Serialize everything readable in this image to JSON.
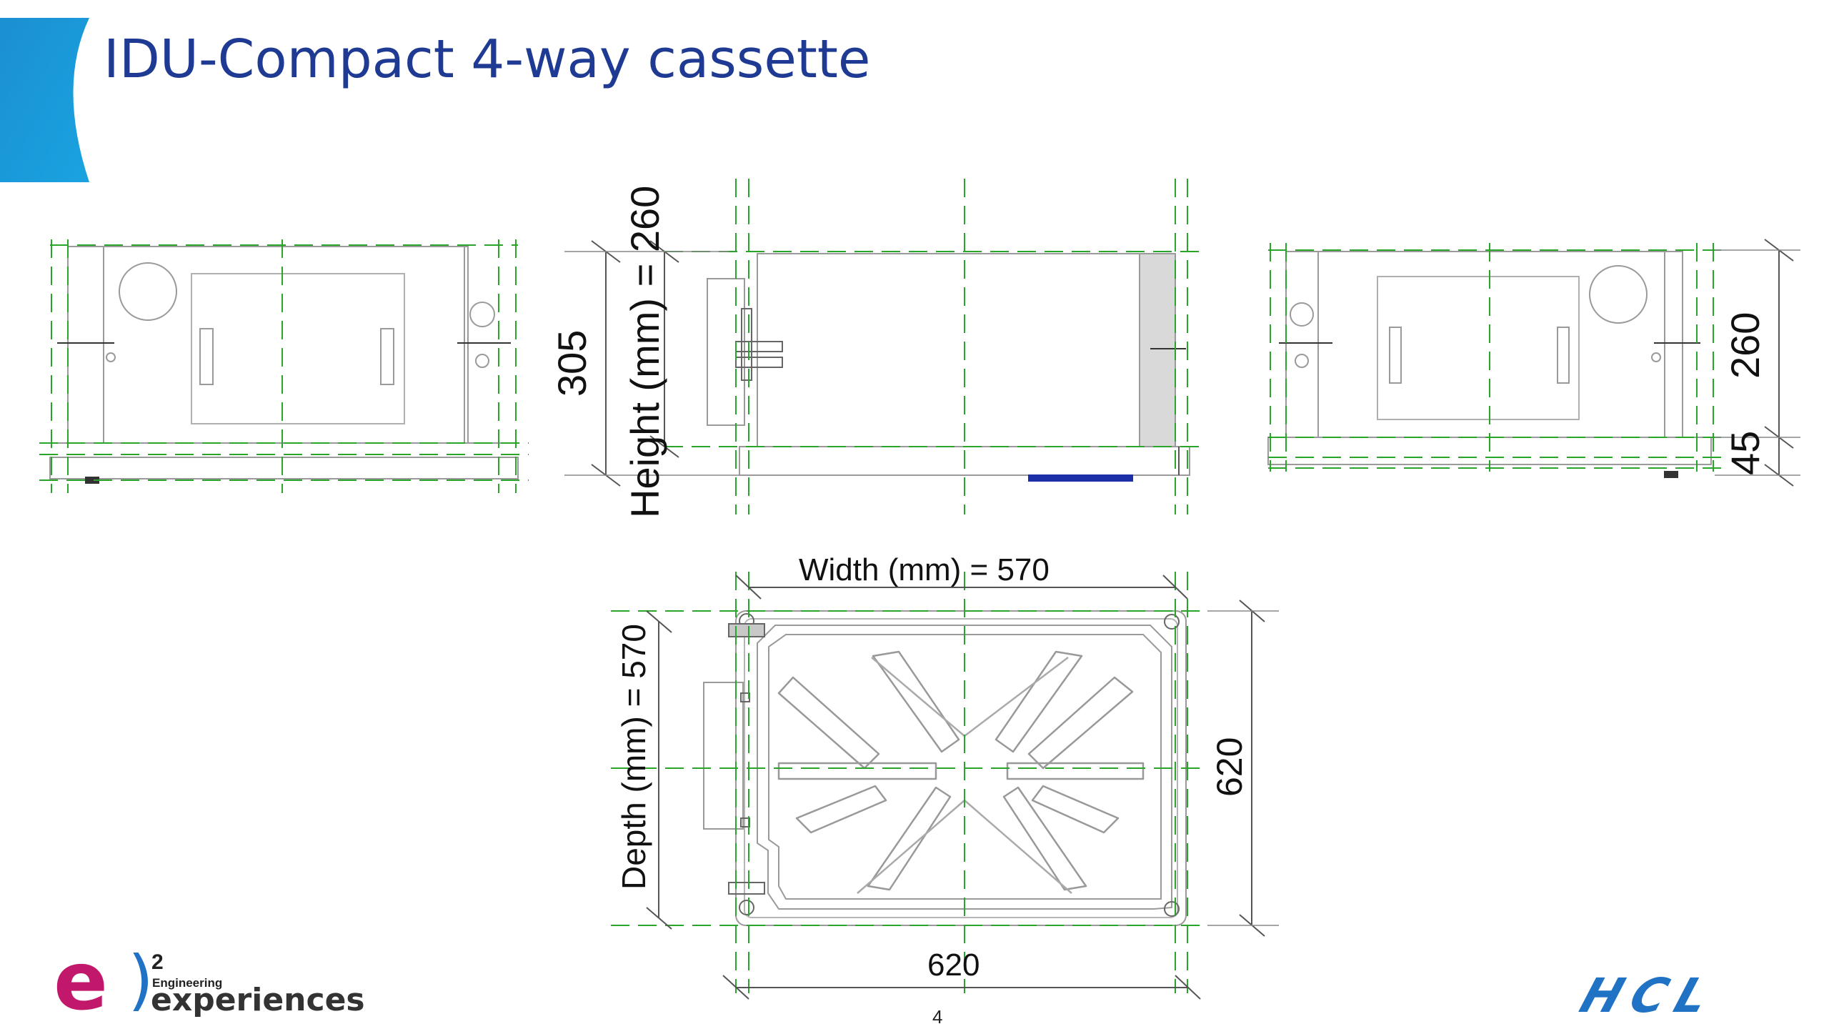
{
  "slide": {
    "title": "IDU-Compact 4-way cassette",
    "page_number": "4"
  },
  "dimensions": {
    "height_label": "Height (mm) = 260",
    "total_height": "305",
    "right_height": "260",
    "right_panel": "45",
    "width_label": "Width (mm) = 570",
    "depth_label": "Depth (mm) = 570",
    "panel_depth": "620",
    "panel_width": "620"
  },
  "logos": {
    "e2_letter": "e",
    "e2_paren": ")",
    "e2_superscript": "2",
    "e2_small": "Engineering",
    "e2_name": "experiences",
    "hcl": "HCL"
  },
  "colors": {
    "title": "#1f3a93",
    "accent": "#1b8fd2",
    "centerline": "#2aa52a",
    "outline": "#9a9a9a",
    "label_blue": "#1c2fa8",
    "e2_magenta": "#c2186c",
    "hcl_blue": "#1f72c4"
  }
}
